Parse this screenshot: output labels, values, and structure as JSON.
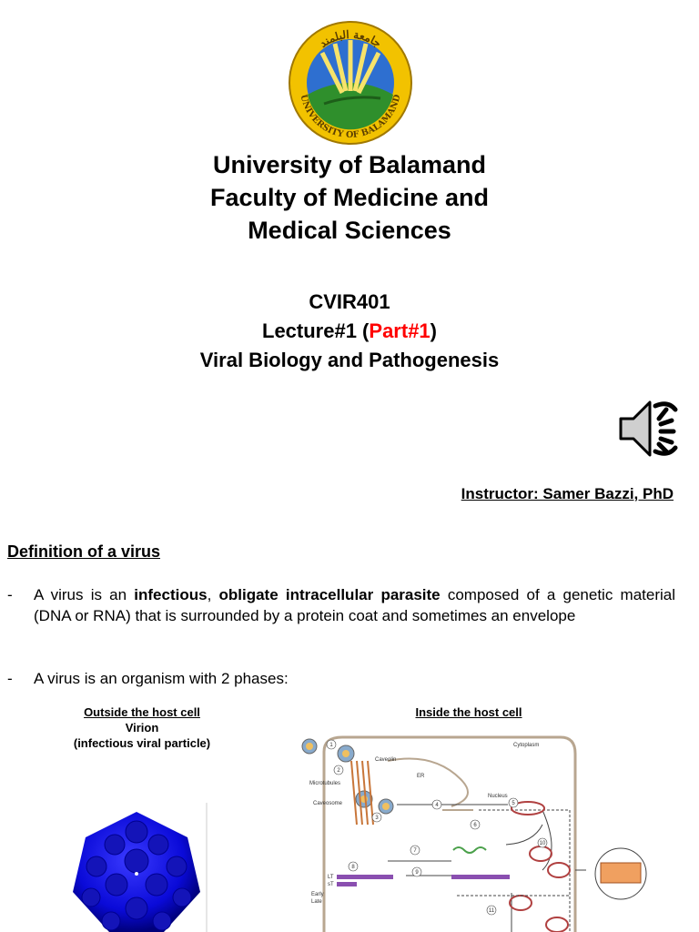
{
  "header": {
    "logo_text_top": "جامعة البلمند",
    "logo_text_bottom": "UNIVERSITY OF BALAMAND",
    "university_line1": "University of Balamand",
    "university_line2": "Faculty of Medicine and",
    "university_line3": "Medical Sciences"
  },
  "course": {
    "code": "CVIR401",
    "lecture_prefix": "Lecture#1 (",
    "lecture_part": "Part#1",
    "lecture_suffix": ")",
    "topic": "Viral Biology and Pathogenesis"
  },
  "audio": {
    "icon": "speaker-sound-icon"
  },
  "instructor": "Instructor: Samer Bazzi, PhD",
  "definition": {
    "heading": "Definition of a virus",
    "bullet1": {
      "dash": "-",
      "pre": "A virus is an ",
      "bold1": "infectious",
      "mid": ", ",
      "bold2": "obligate intracellular parasite",
      "post": " composed of a genetic material (DNA or RNA) that is surrounded by a protein coat and sometimes an envelope"
    },
    "bullet2": {
      "dash": "-",
      "text": "A virus is an organism with 2 phases:"
    }
  },
  "phases": {
    "outside": {
      "heading": "Outside the host cell",
      "line2": "Virion",
      "line3": "(infectious viral particle)"
    },
    "inside": {
      "heading": "Inside the host cell"
    }
  },
  "diagram_labels": {
    "caveolin": "Caveolin",
    "cytoplasm": "Cytoplasm",
    "er": "ER",
    "microtubules": "Microtubules",
    "nucleus": "Nucleus",
    "caveosome": "Caveosome",
    "lt": "LT",
    "st": "sT",
    "early": "Early",
    "late": "Late",
    "n1": "1",
    "n2": "2",
    "n3": "3",
    "n4": "4",
    "n5": "5",
    "n6": "6",
    "n7": "7",
    "n8": "8",
    "n9": "9",
    "n10": "10",
    "n11": "11"
  }
}
